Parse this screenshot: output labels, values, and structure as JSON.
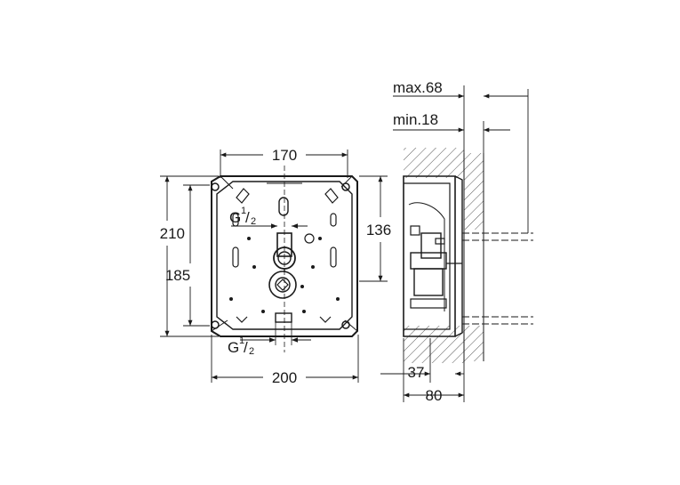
{
  "front_view": {
    "dim_top_width": "170",
    "dim_bottom_width": "200",
    "dim_left_outer_height": "210",
    "dim_left_inner_height": "185",
    "dim_right_height": "136",
    "thread_label_top": {
      "main": "G",
      "sup": "1",
      "sub": "2"
    },
    "thread_label_bottom": {
      "main": "G",
      "sup": "1",
      "sub": "2"
    }
  },
  "side_view": {
    "dim_max": "max.68",
    "dim_min": "min.18",
    "dim_depth_small": "37",
    "dim_depth_total": "80"
  },
  "colors": {
    "line": "#1a1a1a",
    "background": "#ffffff",
    "hatch": "#555555"
  }
}
